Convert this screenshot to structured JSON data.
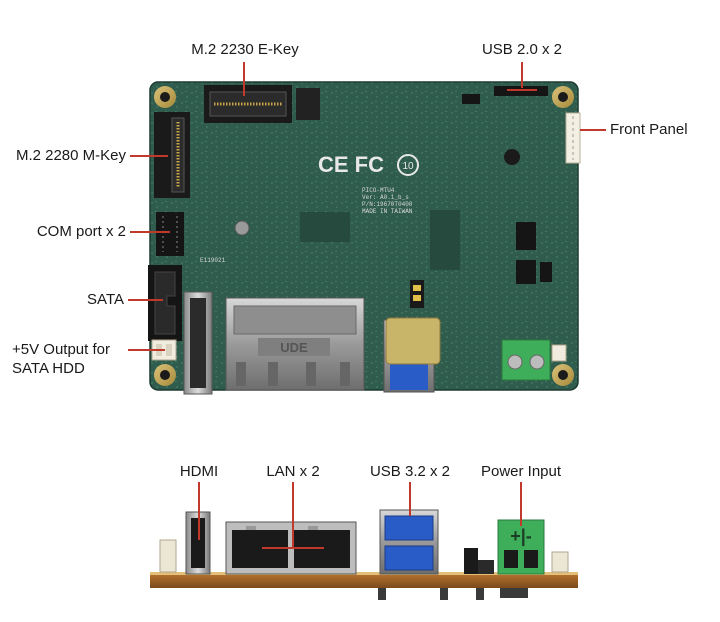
{
  "top_board": {
    "labels": {
      "m2_e_key": "M.2 2230 E-Key",
      "usb20": "USB 2.0 x 2",
      "front_panel": "Front Panel",
      "m2_m_key": "M.2 2280 M-Key",
      "com_port": "COM port x 2",
      "sata": "SATA",
      "power_out_line1": "+5V Output for",
      "power_out_line2": "SATA HDD"
    },
    "silkscreen": {
      "cert": "CE FC",
      "model_line1": "PICO-MTU4",
      "model_line2": "Ver: A0.1_b_s",
      "model_line3": "P/N:19670T0400",
      "model_line4": "MADE IN TAIWAN",
      "board_code": "E119021",
      "lan_marking": "UDE"
    }
  },
  "bottom_board": {
    "labels": {
      "hdmi": "HDMI",
      "lan": "LAN x 2",
      "usb32": "USB 3.2 x 2",
      "power_input": "Power Input"
    },
    "silkscreen": {
      "polarity": "+|-"
    }
  },
  "colors": {
    "pcb": "#2f5c4c",
    "pcb_dark": "#1f3f33",
    "leader_line": "#c0392b",
    "usb3_blue": "#2a5cc7",
    "terminal_green": "#3fae5a",
    "mount_gold": "#c8a24a"
  }
}
